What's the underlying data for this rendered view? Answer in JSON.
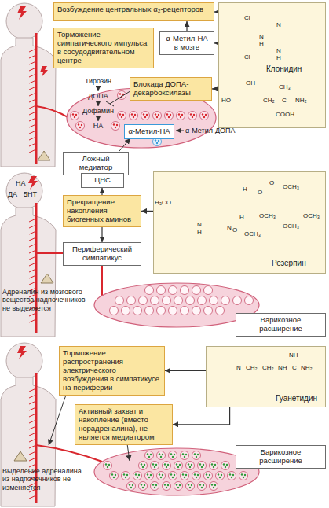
{
  "diagram": {
    "nodes": [
      {
        "text": [
          "Возбуждение центральных α₂-рецепторов"
        ]
      },
      {
        "text": [
          "Клонидин"
        ]
      },
      {
        "text": [
          "Торможение симпатического импульса в сосудодвигательном центре"
        ]
      },
      {
        "text": [
          "α-Метил-НА в мозге"
        ]
      },
      {
        "text": [
          "Блокада ДОПА-декарбоксилазы"
        ]
      },
      {
        "text": [
          "α-Метил-НА"
        ]
      },
      {
        "text": [
          "Ложный медиатор"
        ]
      },
      {
        "text": [
          "ЦНС"
        ]
      },
      {
        "text": [
          "Прекращение накопления биогенных аминов"
        ]
      },
      {
        "text": [
          "Резерпин"
        ]
      },
      {
        "text": [
          "Периферический симпатикус"
        ]
      },
      {
        "text": [
          "Варикозное расширение"
        ]
      },
      {
        "text": [
          "Торможение распространения электрического возбуждения в симпатикусе на периферии"
        ]
      },
      {
        "text": [
          "Гуанетидин"
        ]
      },
      {
        "text": [
          "Активный захват и накопление (вместо норадреналина), не является медиатором"
        ]
      },
      {
        "text": [
          "Варикозное расширение"
        ]
      }
    ],
    "edges": [
      {
        "from": 1,
        "to": 0,
        "arrow": "to"
      },
      {
        "from": 1,
        "to": 3,
        "arrow": "to"
      },
      {
        "from": 3,
        "to": 0,
        "arrow": "to"
      },
      {
        "from": 1,
        "to": 4,
        "arrow": "to"
      },
      {
        "from": 8,
        "to": 7,
        "arrow": "to"
      },
      {
        "from": 8,
        "to": 10,
        "arrow": "to"
      },
      {
        "from": 9,
        "to": 8,
        "arrow": "to"
      },
      {
        "from": 13,
        "to": 12,
        "arrow": "to"
      },
      {
        "from": 13,
        "to": 14,
        "arrow": "to"
      }
    ],
    "labels": [
      "Тирозин",
      "ДОПА",
      "Дофамин",
      "НА",
      "α-Метил-ДОПА",
      "Cl",
      "Cl",
      "N",
      "H",
      "N",
      "N",
      "H",
      "OH",
      "HO",
      "CH₂",
      "C",
      "CH₃",
      "NH₂",
      "COOH",
      "НА",
      "ДА",
      "5НТ",
      "H₃CO",
      "N",
      "H",
      "N",
      "H",
      "H",
      "O",
      "OCH₃",
      "OCH₃",
      "O",
      "O",
      "OCH₃",
      "OCH₃",
      "OCH₃",
      "Адреналин из мозгового вещества надпочечников не выделяется",
      "N",
      "CH₂",
      "CH₂",
      "NH",
      "C",
      "NH",
      "NH₂",
      "Выделение адреналина из надпочечников не изменяется"
    ]
  }
}
